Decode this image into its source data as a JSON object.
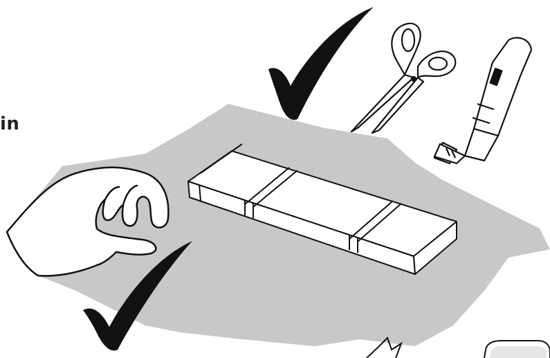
{
  "caption": {
    "fragment": "in"
  },
  "illustration": {
    "items": [
      {
        "name": "packaged-panel-box"
      },
      {
        "name": "protective-sheet"
      },
      {
        "name": "scissors-icon"
      },
      {
        "name": "utility-knife-icon"
      },
      {
        "name": "hand-icon"
      },
      {
        "name": "checkmark-icon"
      },
      {
        "name": "checkmark-icon"
      }
    ]
  },
  "colors": {
    "sheet": "#c8c8c8",
    "outline": "#111111",
    "fill": "#ffffff"
  }
}
